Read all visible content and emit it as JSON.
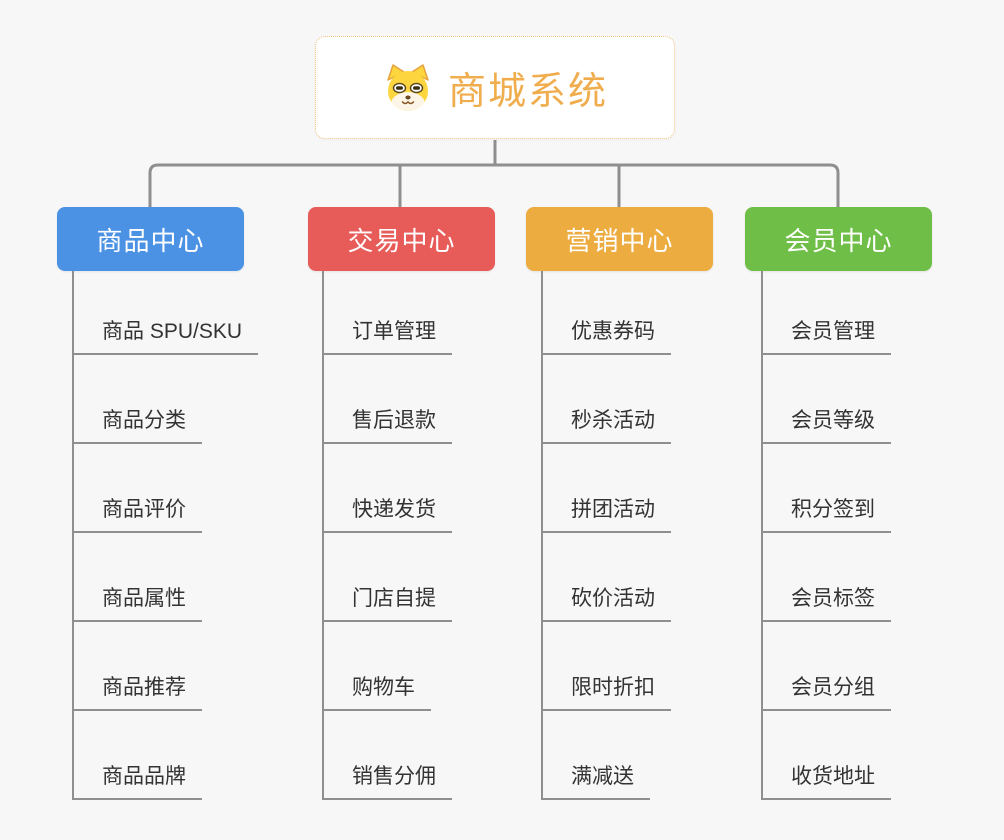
{
  "root": {
    "label": "商城系统",
    "icon": "dog-face-icon",
    "text_color": "#f0ad4e",
    "border_color": "#f0c47f"
  },
  "connector_color": "#8f8f8f",
  "branches": [
    {
      "label": "商品中心",
      "color": "#4b92e5",
      "items": [
        "商品 SPU/SKU",
        "商品分类",
        "商品评价",
        "商品属性",
        "商品推荐",
        "商品品牌"
      ]
    },
    {
      "label": "交易中心",
      "color": "#e75b58",
      "items": [
        "订单管理",
        "售后退款",
        "快递发货",
        "门店自提",
        "购物车",
        "销售分佣"
      ]
    },
    {
      "label": "营销中心",
      "color": "#edac40",
      "items": [
        "优惠券码",
        "秒杀活动",
        "拼团活动",
        "砍价活动",
        "限时折扣",
        "满减送"
      ]
    },
    {
      "label": "会员中心",
      "color": "#6ebe47",
      "items": [
        "会员管理",
        "会员等级",
        "积分签到",
        "会员标签",
        "会员分组",
        "收货地址"
      ]
    }
  ]
}
